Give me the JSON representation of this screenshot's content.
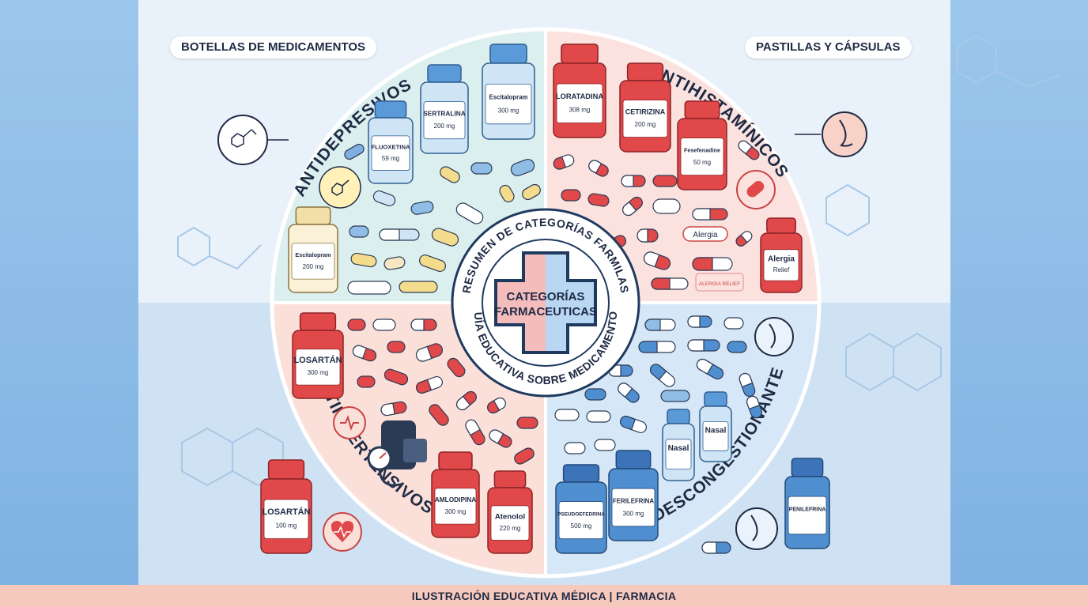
{
  "corner_labels": {
    "top_left": "BOTELLAS DE MEDICAMENTOS",
    "top_right": "PASTILLAS Y CÁPSULAS"
  },
  "center": {
    "ring_top": "RESUMEN DE CATEGORÍAS FARMILAS",
    "ring_bottom": "GUÍA EDUCATIVA SOBRE MEDICAMENTOS",
    "title_line1": "CATEGORÍAS",
    "title_line2": "FARMACEUTICAS"
  },
  "quadrants": {
    "antidepresivos": {
      "label": "ANTIDEPRESIVOS",
      "color": "#dcefef",
      "bottles": [
        {
          "name": "FLUOXETINA",
          "dose": "59 mg"
        },
        {
          "name": "SERTRALINA",
          "dose": "200 mg"
        },
        {
          "name": "Escitalopram",
          "dose": "300 mg"
        },
        {
          "name": "Escitalopram",
          "dose": "200 mg"
        }
      ]
    },
    "antihistaminicos": {
      "label": "ANTIHISTAMÍNICOS",
      "color": "#fbe2df",
      "bottles": [
        {
          "name": "LORATADINA",
          "dose": "308 mg"
        },
        {
          "name": "CETIRIZINA",
          "dose": "200 mg"
        },
        {
          "name": "Fesefenadine",
          "dose": "50 mg"
        },
        {
          "name": "Alergia",
          "dose": "Relief"
        }
      ],
      "pill_label": "Alergia",
      "blister_label": "ALERGIA RELIEF"
    },
    "antihipertensivos": {
      "label": "ANTIHIPERTENSIVOS",
      "color": "#fbe0da",
      "bottles": [
        {
          "name": "LOSARTÁN",
          "dose": "300 mg"
        },
        {
          "name": "LOSARTÁN",
          "dose": "100 mg"
        },
        {
          "name": "AMLODIPINA",
          "dose": "300 mg"
        },
        {
          "name": "Atenolol",
          "dose": "220 mg"
        }
      ]
    },
    "descongestionantes": {
      "label": "DESCONGESTIONANTES",
      "color": "#d6e7f7",
      "bottles": [
        {
          "name": "PSEUDOEFEDRINA",
          "dose": "500 mg"
        },
        {
          "name": "FERILEFRINA",
          "dose": "300 mg"
        },
        {
          "name": "Nasal",
          "dose": ""
        },
        {
          "name": "Nasal",
          "dose": ""
        },
        {
          "name": "PENILEFRINA",
          "dose": ""
        }
      ]
    }
  },
  "footer": "ILUSTRACIÓN EDUCATIVA MÉDICA | FARMACIA",
  "colors": {
    "navy": "#1f3a5f",
    "red": "#e0484a",
    "blue": "#4f8fd0",
    "cream": "#f6e7c4"
  }
}
